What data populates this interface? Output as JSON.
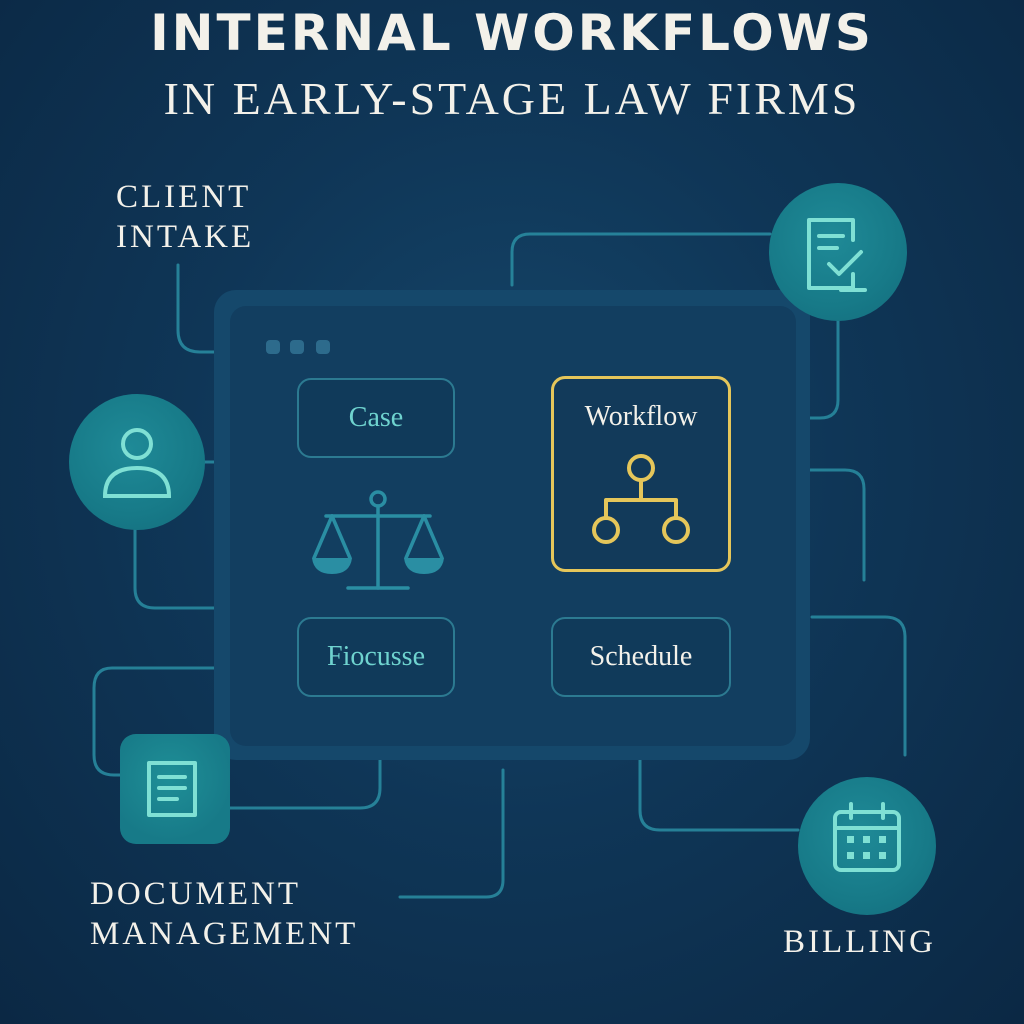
{
  "title": {
    "line1": "INTERNAL WORKFLOWS",
    "line2": "IN EARLY-STAGE LAW FIRMS"
  },
  "labels": {
    "client_intake": [
      "CLIENT",
      "INTAKE"
    ],
    "document_management": [
      "DOCUMENT",
      "MANAGEMENT"
    ],
    "billing": "BILLING"
  },
  "boxes": {
    "case": "Case",
    "workflow": "Workflow",
    "fiocusse": "Fiocusse",
    "schedule": "Schedule"
  },
  "colors": {
    "background": "#0f3657",
    "line": "#2a8ea3",
    "teal": "#177a88",
    "icon_stroke": "#7fe0d4",
    "accent_gold": "#e5c65a",
    "box_text_teal": "#6fd3cf",
    "text_light": "#f3f1ea"
  },
  "icons": [
    "user-icon",
    "checklist-icon",
    "document-icon",
    "calendar-icon",
    "scales-icon",
    "hierarchy-icon"
  ]
}
